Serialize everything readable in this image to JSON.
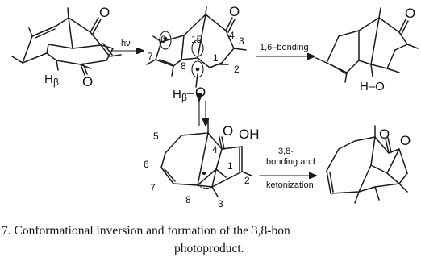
{
  "labels": {
    "o": "O",
    "h_beta": "H",
    "beta": "β",
    "ho": "H–O",
    "oh": "OH",
    "h": "H",
    "n1": "1",
    "n2": "2",
    "n3": "3",
    "n4": "4",
    "n5": "5",
    "n6": "6",
    "n7": "7",
    "n8": "8",
    "n15": "15"
  },
  "arrows": {
    "hv": "hν",
    "bonding16": "1,6–bonding",
    "bonding38_l1": "3,8-",
    "bonding38_l2": "bonding and",
    "bonding38_l3": "ketonization"
  },
  "caption": {
    "line1": "7. Conformational inversion and formation of the 3,8-bon",
    "line2": "photoproduct."
  }
}
